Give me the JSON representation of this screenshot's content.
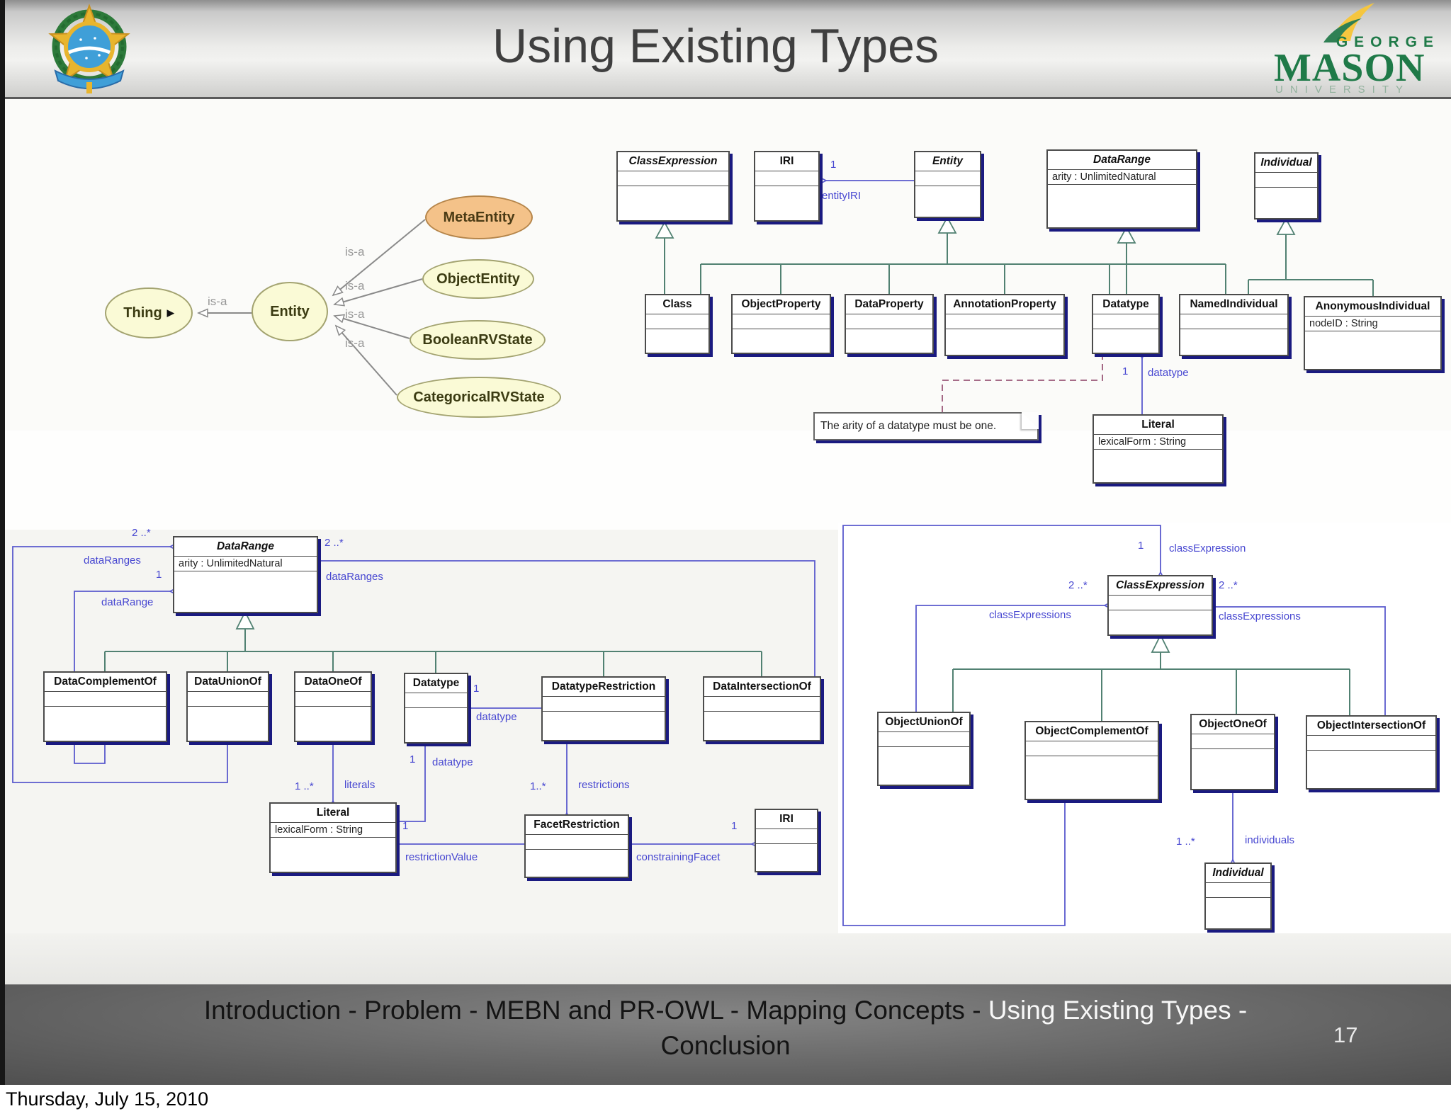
{
  "header": {
    "title": "Using Existing Types",
    "gmu_logo": {
      "george": "GEORGE",
      "mason": "MASON",
      "university": "UNIVERSITY"
    }
  },
  "entity_diagram": {
    "isa": "is-a",
    "thing": "Thing",
    "entity": "Entity",
    "meta_entity": "MetaEntity",
    "object_entity": "ObjectEntity",
    "boolean_rv_state": "BooleanRVState",
    "categorical_rv_state": "CategoricalRVState"
  },
  "top_uml": {
    "boxes": {
      "class_expression": {
        "name": "ClassExpression"
      },
      "iri": {
        "name": "IRI"
      },
      "entity": {
        "name": "Entity"
      },
      "data_range": {
        "name": "DataRange",
        "attr": "arity : UnlimitedNatural"
      },
      "individual": {
        "name": "Individual"
      },
      "class": {
        "name": "Class"
      },
      "object_property": {
        "name": "ObjectProperty"
      },
      "data_property": {
        "name": "DataProperty"
      },
      "annotation_property": {
        "name": "AnnotationProperty"
      },
      "datatype": {
        "name": "Datatype"
      },
      "named_individual": {
        "name": "NamedIndividual"
      },
      "anonymous_individual": {
        "name": "AnonymousIndividual",
        "attr": "nodeID : String"
      },
      "literal": {
        "name": "Literal",
        "attr": "lexicalForm : String"
      }
    },
    "note": "The arity of a datatype must be one.",
    "assoc": {
      "entity_iri": {
        "mult": "1",
        "name": "entityIRI"
      },
      "literal_datatype": {
        "mult": "1",
        "name": "datatype"
      }
    }
  },
  "bl_uml": {
    "boxes": {
      "data_range": {
        "name": "DataRange",
        "attr": "arity : UnlimitedNatural"
      },
      "data_complement_of": {
        "name": "DataComplementOf"
      },
      "data_union_of": {
        "name": "DataUnionOf"
      },
      "data_one_of": {
        "name": "DataOneOf"
      },
      "datatype": {
        "name": "Datatype"
      },
      "datatype_restriction": {
        "name": "DatatypeRestriction"
      },
      "data_intersection_of": {
        "name": "DataIntersectionOf"
      },
      "literal": {
        "name": "Literal",
        "attr": "lexicalForm : String"
      },
      "facet_restriction": {
        "name": "FacetRestriction"
      },
      "iri": {
        "name": "IRI"
      }
    },
    "assoc": {
      "data_ranges_left": {
        "mult": "2 ..*",
        "name": "dataRanges"
      },
      "data_range_single": {
        "mult": "1",
        "name": "dataRange"
      },
      "data_ranges_right": {
        "mult": "2 ..*",
        "name": "dataRanges"
      },
      "literals": {
        "mult": "1 ..*",
        "name": "literals"
      },
      "literal_datatype": {
        "mult": "1",
        "name": "datatype"
      },
      "restriction_datatype": {
        "mult": "1",
        "name": "datatype"
      },
      "restrictions": {
        "mult": "1..*",
        "name": "restrictions"
      },
      "restriction_value": {
        "mult": "1",
        "name": "restrictionValue"
      },
      "constraining_facet": {
        "mult": "1",
        "name": "constrainingFacet"
      }
    }
  },
  "br_uml": {
    "boxes": {
      "class_expression": {
        "name": "ClassExpression"
      },
      "object_union_of": {
        "name": "ObjectUnionOf"
      },
      "object_complement_of": {
        "name": "ObjectComplementOf"
      },
      "object_one_of": {
        "name": "ObjectOneOf"
      },
      "object_intersection_of": {
        "name": "ObjectIntersectionOf"
      },
      "individual": {
        "name": "Individual"
      }
    },
    "assoc": {
      "class_expression_single": {
        "mult": "1",
        "name": "classExpression"
      },
      "class_expressions_left": {
        "mult": "2 ..*",
        "name": "classExpressions"
      },
      "class_expressions_right": {
        "mult": "2 ..*",
        "name": "classExpressions"
      },
      "individuals": {
        "mult": "1 ..*",
        "name": "individuals"
      }
    }
  },
  "footer": {
    "segment_before": "Introduction - Problem - MEBN and PR-OWL - Mapping Concepts - ",
    "segment_current": "Using Existing Types - ",
    "segment_after": "Conclusion",
    "page_number": "17"
  },
  "status_bar": {
    "date": "Thursday, July 15, 2010"
  }
}
